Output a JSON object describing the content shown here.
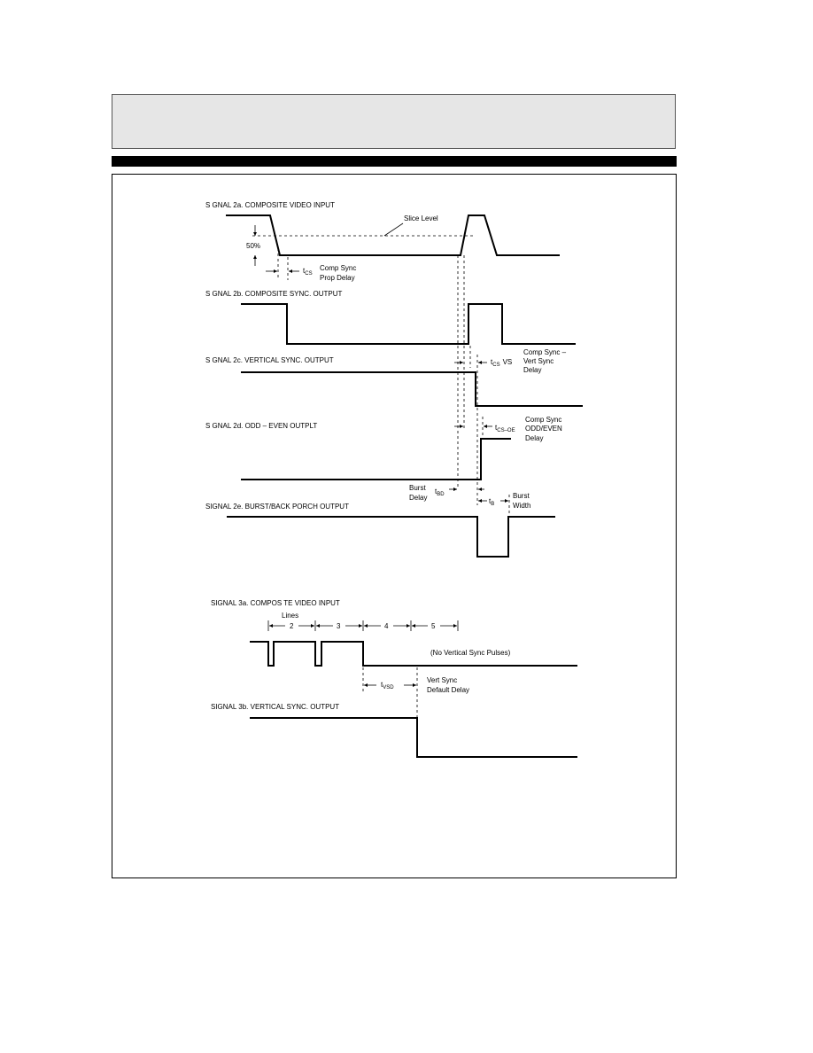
{
  "signals": {
    "s2a": "S GNAL 2a.  COMPOSITE VIDEO INPUT",
    "s2b": "S GNAL 2b.  COMPOSITE SYNC. OUTPUT",
    "s2c": "S GNAL 2c.  VERTICAL SYNC. OUTPUT",
    "s2d": "S GNAL 2d.  ODD – EVEN OUTPLT",
    "s2e": "SIGNAL 2e.  BURST/BACK PORCH OUTPUT",
    "s3a": "SIGNAL 3a.  COMPOS TE VIDEO INPUT",
    "s3b": "SIGNAL 3b.  VERTICAL SYNC. OUTPUT"
  },
  "annotations": {
    "slice_level": "Slice Level",
    "fifty_pct": "50%",
    "tcs_sym": "t",
    "tcs_sub": "CS",
    "comp_sync_prop_1": "Comp Sync",
    "comp_sync_prop_2": "Prop Delay",
    "tcsvs_sym": "t",
    "tcsvs_sub": "CS",
    "tcsvs_vs": "VS",
    "vert_delay_1": "Comp Sync –",
    "vert_delay_2": "Vert Sync",
    "vert_delay_3": "Delay",
    "tcsoe_sym": "t",
    "tcsoe_sub": "CS–OE",
    "oe_delay_1": "Comp Sync",
    "oe_delay_2": "ODD/EVEN",
    "oe_delay_3": "Delay",
    "burst_delay_1": "Burst",
    "burst_delay_2": "Delay",
    "tbd_sym": "t",
    "tbd_sub": "BD",
    "tb_sym": "t",
    "tb_sub": "B",
    "burst_width_1": "Burst",
    "burst_width_2": "Width",
    "lines": "Lines",
    "line_2": "2",
    "line_3": "3",
    "line_4": "4",
    "line_5": "5",
    "no_vsync": "(No Vertical Sync Pulses)",
    "tvsd_sym": "t",
    "tvsd_sub": "VSD",
    "vsd_1": "Vert Sync",
    "vsd_2": "Default Delay"
  }
}
